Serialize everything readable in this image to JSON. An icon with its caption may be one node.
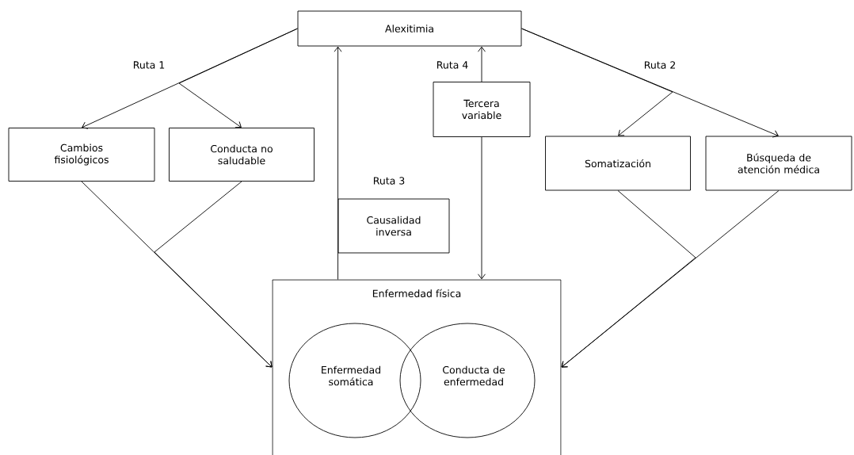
{
  "diagram": {
    "nodes": [
      {
        "text": [
          "Alexitimia"
        ]
      },
      {
        "text": [
          "Cambios fisiológicos"
        ]
      },
      {
        "text": [
          "Conducta no saludable"
        ]
      },
      {
        "text": [
          "Tercera variable"
        ]
      },
      {
        "text": [
          "Somatización"
        ]
      },
      {
        "text": [
          "Búsqueda de atención médica"
        ]
      },
      {
        "text": [
          "Causalidad inversa"
        ]
      },
      {
        "text": [
          "Enfermedad física"
        ]
      },
      {
        "text": [
          "Enfermedad somática"
        ],
        "in": 7
      },
      {
        "text": [
          "Conducta de enfermedad"
        ],
        "in": 7
      }
    ],
    "edges": [
      {
        "from": 0,
        "to": 1,
        "arrow": "to"
      },
      {
        "from": 0,
        "to": 2,
        "arrow": "to"
      },
      {
        "from": 0,
        "to": 4,
        "arrow": "to"
      },
      {
        "from": 0,
        "to": 5,
        "arrow": "to"
      },
      {
        "from": 7,
        "to": 0,
        "arrow": "to"
      },
      {
        "from": 3,
        "to": 0,
        "arrow": "to"
      },
      {
        "from": 3,
        "to": 7,
        "arrow": "to"
      },
      {
        "from": 1,
        "to": 7,
        "arrow": "to"
      },
      {
        "from": 2,
        "to": 7,
        "arrow": "to"
      },
      {
        "from": 4,
        "to": 7,
        "arrow": "to"
      },
      {
        "from": 5,
        "to": 7,
        "arrow": "to"
      }
    ],
    "labels": [
      "Ruta 1",
      "Ruta 4",
      "Ruta 2",
      "Ruta 3"
    ]
  }
}
